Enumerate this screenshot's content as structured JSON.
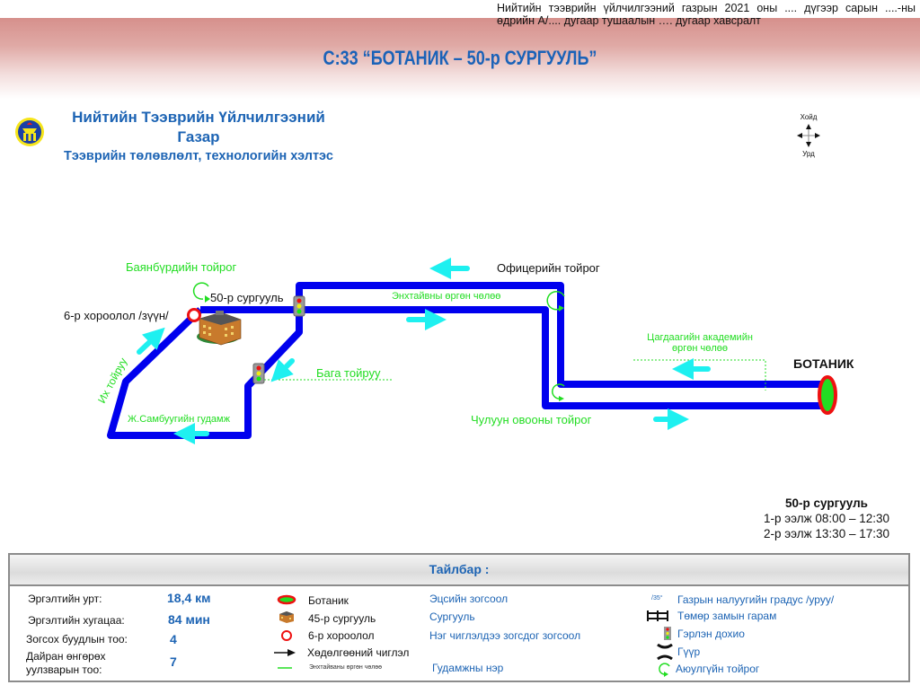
{
  "header": {
    "decree_line1_parts": [
      "Нийтийн",
      "тээврийн",
      "үйлчилгээний",
      "газрын",
      "2021",
      "оны",
      "....",
      "дүгээр",
      "сарын",
      "....-ны"
    ],
    "decree_line2": "өдрийн А/.... дугаар тушаалын …. дугаар хавсралт",
    "route_title": "С:33 “БОТАНИК – 50-р СУРГУУЛЬ”"
  },
  "organization": {
    "name_line1": "Нийтийн Тээврийн Үйлчилгээний",
    "name_line2": "Газар",
    "department": "Тээврийн төлөвлөлт, технологийн хэлтэс"
  },
  "compass": {
    "north": "Хойд",
    "south": "Урд"
  },
  "map": {
    "labels": {
      "bayanburd_circle": "Баянбүрдийн тойрог",
      "school50": "50-р сургууль",
      "khoroolol6": "6-р хороолол /зүүн/",
      "ikh_toiruu": "Их тойруу",
      "baga_toiruu": "Бага тойруу",
      "sambuu_street": "Ж.Самбуугийн гудамж",
      "officer_circle": "Офицерийн тойрог",
      "enkhtaivan_ave": "Энхтайвны өргөн чөлөө",
      "police_academy_ave_line1": "Цагдаагийн академийн",
      "police_academy_ave_line2": "өргөн чөлөө",
      "botanik": "БОТАНИК",
      "chuluun_ovoo_circle": "Чулуун овооны тойрог"
    },
    "colors": {
      "route": "#0000ee",
      "direction_arrow": "#1ef0f0",
      "street_label": "#22dd22",
      "terminal_fill": "#22dd22",
      "terminal_ring": "#ee1111"
    }
  },
  "schedule": {
    "title": "50-р сургууль",
    "shift1": "1-р ээлж 08:00 – 12:30",
    "shift2": "2-р ээлж 13:30 – 17:30"
  },
  "legend": {
    "title": "Тайлбар :",
    "stats": [
      {
        "label": "Эргэлтийн урт:",
        "value": "18,4 км"
      },
      {
        "label": "Эргэлтийн хугацаа:",
        "value": "84 мин"
      },
      {
        "label": "Зогсох буудлын тоо:",
        "value": "4"
      },
      {
        "label_line1": "Дайран өнгөрөх",
        "label_line2": "уулзварын тоо:",
        "value": "7"
      }
    ],
    "symbols": [
      {
        "icon": "terminal-oval-icon",
        "label": "Ботаник",
        "meaning": "Эцсийн зогсоол"
      },
      {
        "icon": "school-building-icon",
        "label": "45-р сургууль",
        "meaning": "Сургууль"
      },
      {
        "icon": "red-ring-icon",
        "label": "6-р хороолол",
        "meaning": "Нэг чиглэлдээ зогсдог зогсоол"
      },
      {
        "icon": "arrow-right-icon",
        "label": "Хөдөлгөөний чиглэл"
      },
      {
        "icon": "green-line-icon",
        "label": "Энхтайваны өргөн чөлөө",
        "meaning": "Гудамжны нэр"
      }
    ],
    "other": [
      {
        "icon": "slope-degree-icon",
        "icon_text": "/35°",
        "label": "Газрын налуугийн градус /уруу/"
      },
      {
        "icon": "railway-crossing-icon",
        "label": "Төмөр замын гарам"
      },
      {
        "icon": "traffic-light-icon",
        "label": "Гэрлэн дохио"
      },
      {
        "icon": "bridge-icon",
        "label": "Гүүр"
      },
      {
        "icon": "roundabout-icon",
        "label": "Аюулгүйн тойрог"
      }
    ]
  }
}
